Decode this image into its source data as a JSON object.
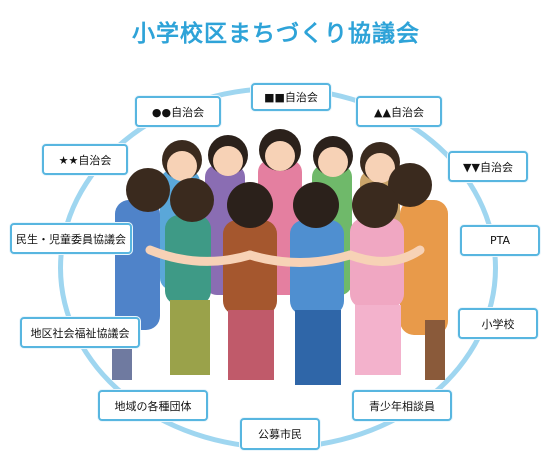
{
  "title": "小学校区まちづくり協議会",
  "nodes": [
    {
      "id": "jichikai-square",
      "label": "■■自治会"
    },
    {
      "id": "jichikai-triangle",
      "label": "▲▲自治会"
    },
    {
      "id": "jichikai-circle",
      "label": "●●自治会"
    },
    {
      "id": "jichikai-star",
      "label": "★★自治会"
    },
    {
      "id": "jichikai-down-triangle",
      "label": "▼▼自治会"
    },
    {
      "id": "minsei-jido-iin",
      "label": "民生・児童委員協議会"
    },
    {
      "id": "pta",
      "label": "PTA"
    },
    {
      "id": "chiku-shakai-fukushi",
      "label": "地区社会福祉協議会"
    },
    {
      "id": "shogakko",
      "label": "小学校"
    },
    {
      "id": "chiiki-dantai",
      "label": "地域の各種団体"
    },
    {
      "id": "seishonen-sodan",
      "label": "青少年相談員"
    },
    {
      "id": "kobo-shimin",
      "label": "公募市民"
    }
  ],
  "colors": {
    "title": "#2ea3d8",
    "ring": "#9fd6f0",
    "box_border": "#58b6e0"
  }
}
